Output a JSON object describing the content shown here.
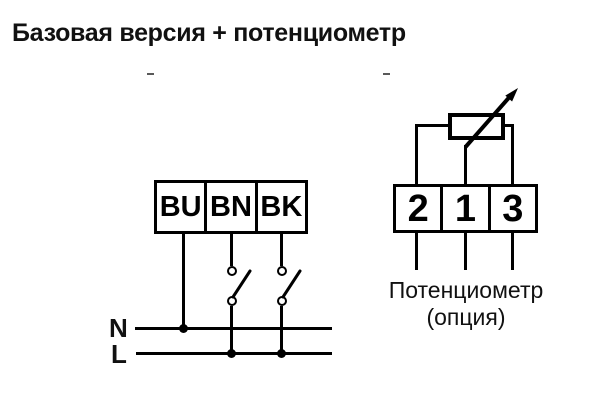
{
  "title": "Базовая версия + потенциометр",
  "left_block": {
    "terminals": [
      {
        "label": "BU"
      },
      {
        "label": "BN"
      },
      {
        "label": "BK"
      }
    ]
  },
  "right_block": {
    "terminals": [
      {
        "label": "2"
      },
      {
        "label": "1"
      },
      {
        "label": "3"
      }
    ]
  },
  "wire_labels": {
    "neutral": "N",
    "line": "L"
  },
  "potentiometer_caption": {
    "line1": "Потенциометр",
    "line2": "(опция)"
  },
  "colors": {
    "ink": "#000000",
    "background": "#ffffff"
  }
}
